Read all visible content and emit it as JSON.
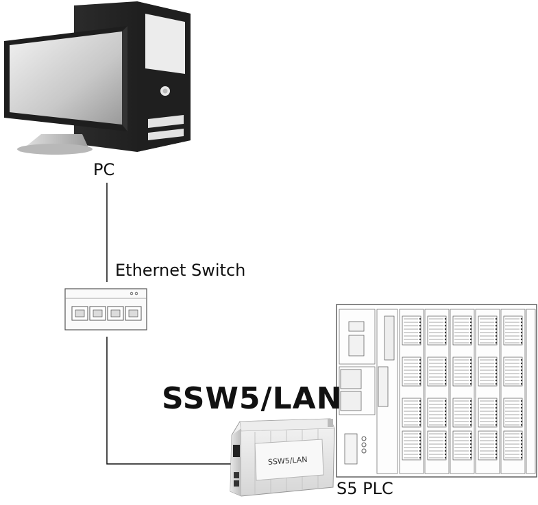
{
  "diagram": {
    "nodes": {
      "pc": {
        "label": "PC",
        "icon": "desktop-computer-icon"
      },
      "switch": {
        "label": "Ethernet Switch",
        "icon": "network-switch-icon",
        "ports": 4
      },
      "adapter": {
        "label": "SSW5/LAN",
        "device_label": "SSW5/LAN",
        "icon": "ssw5-lan-adapter-icon"
      },
      "plc": {
        "label": "S5 PLC",
        "icon": "plc-rack-icon",
        "io_modules": 5
      }
    },
    "edges": [
      {
        "from": "pc",
        "to": "switch"
      },
      {
        "from": "switch",
        "to": "adapter"
      },
      {
        "from": "adapter",
        "to": "plc"
      }
    ]
  }
}
